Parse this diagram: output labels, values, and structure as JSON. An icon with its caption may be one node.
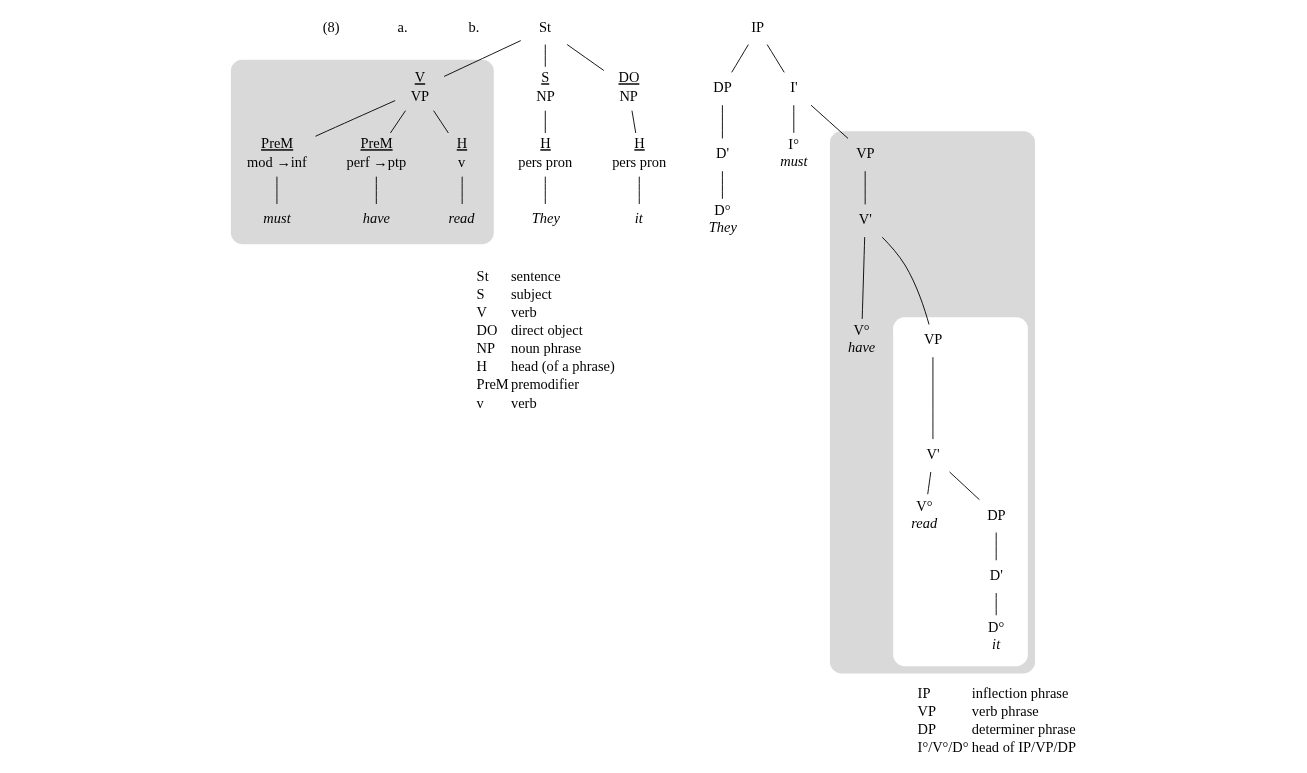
{
  "diagram": {
    "nodes": [
      {
        "text": [
          "St"
        ]
      },
      {
        "text": [
          "S",
          "NP"
        ]
      },
      {
        "text": [],
        "shape": "box"
      },
      {
        "text": [
          "V",
          "VP"
        ],
        "in": 2
      },
      {
        "text": [
          "DO",
          "NP"
        ]
      },
      {
        "text": [
          "H",
          "pers pron"
        ]
      },
      {
        "text": [
          "PreM",
          "mod →inf"
        ],
        "in": 2
      },
      {
        "text": [
          "PreM",
          "perf →ptp"
        ],
        "in": 2
      },
      {
        "text": [
          "H",
          "v"
        ],
        "in": 2
      },
      {
        "text": [
          "H",
          "pers pron"
        ]
      },
      {
        "text": [
          "They"
        ]
      },
      {
        "text": [
          "must"
        ],
        "in": 2
      },
      {
        "text": [
          "have"
        ],
        "in": 2
      },
      {
        "text": [
          "read"
        ],
        "in": 2
      },
      {
        "text": [
          "it"
        ]
      },
      {
        "text": [
          "IP"
        ]
      },
      {
        "text": [
          "DP"
        ]
      },
      {
        "text": [
          "I'"
        ]
      },
      {
        "text": [
          "D'"
        ]
      },
      {
        "text": [
          "D°",
          "They"
        ]
      },
      {
        "text": [
          "I°",
          "must"
        ]
      },
      {
        "text": [],
        "shape": "box"
      },
      {
        "text": [
          "VP"
        ],
        "in": 21
      },
      {
        "text": [
          "V'"
        ],
        "in": 21
      },
      {
        "text": [
          "V°",
          "have"
        ],
        "in": 21
      },
      {
        "text": [],
        "shape": "box",
        "in": 21
      },
      {
        "text": [
          "VP"
        ],
        "in": 25
      },
      {
        "text": [
          "V'"
        ],
        "in": 25
      },
      {
        "text": [
          "V°",
          "read"
        ],
        "in": 25
      },
      {
        "text": [
          "DP"
        ],
        "in": 25
      },
      {
        "text": [
          "D'"
        ],
        "in": 25
      },
      {
        "text": [
          "D°",
          "it"
        ],
        "in": 25
      }
    ],
    "edges": [
      {
        "from": 0,
        "to": 1,
        "arrow": "none"
      },
      {
        "from": 0,
        "to": 3,
        "arrow": "none"
      },
      {
        "from": 0,
        "to": 4,
        "arrow": "none"
      },
      {
        "from": 1,
        "to": 5,
        "arrow": "none"
      },
      {
        "from": 5,
        "to": 10,
        "arrow": "none"
      },
      {
        "from": 3,
        "to": 6,
        "arrow": "none"
      },
      {
        "from": 3,
        "to": 7,
        "arrow": "none"
      },
      {
        "from": 3,
        "to": 8,
        "arrow": "none"
      },
      {
        "from": 6,
        "to": 11,
        "arrow": "none"
      },
      {
        "from": 7,
        "to": 12,
        "arrow": "none"
      },
      {
        "from": 8,
        "to": 13,
        "arrow": "none"
      },
      {
        "from": 4,
        "to": 9,
        "arrow": "none"
      },
      {
        "from": 9,
        "to": 14,
        "arrow": "none"
      },
      {
        "from": 15,
        "to": 16,
        "arrow": "none"
      },
      {
        "from": 15,
        "to": 17,
        "arrow": "none"
      },
      {
        "from": 16,
        "to": 18,
        "arrow": "none"
      },
      {
        "from": 18,
        "to": 19,
        "arrow": "none"
      },
      {
        "from": 17,
        "to": 20,
        "arrow": "none"
      },
      {
        "from": 17,
        "to": 22,
        "arrow": "none"
      },
      {
        "from": 22,
        "to": 23,
        "arrow": "none"
      },
      {
        "from": 23,
        "to": 24,
        "arrow": "none"
      },
      {
        "from": 23,
        "to": 26,
        "arrow": "none"
      },
      {
        "from": 26,
        "to": 27,
        "arrow": "none"
      },
      {
        "from": 27,
        "to": 28,
        "arrow": "none"
      },
      {
        "from": 27,
        "to": 29,
        "arrow": "none"
      },
      {
        "from": 29,
        "to": 30,
        "arrow": "none"
      },
      {
        "from": 30,
        "to": 31,
        "arrow": "none"
      }
    ],
    "labels": [
      "(8)",
      "a.",
      "b.",
      "St",
      "sentence",
      "S",
      "subject",
      "V",
      "verb",
      "DO",
      "direct object",
      "NP",
      "noun phrase",
      "H",
      "head (of a phrase)",
      "PreM",
      "premodifier",
      "v",
      "verb",
      "IP",
      "inflection phrase",
      "VP",
      "verb phrase",
      "DP",
      "determiner phrase",
      "I°/V°/D°",
      "head of IP/VP/DP"
    ]
  }
}
